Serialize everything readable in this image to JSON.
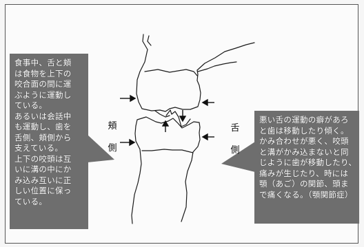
{
  "labels": {
    "buccal_side": "頬\n側",
    "lingual_side": "舌\n側"
  },
  "callouts": {
    "left_text": "食事中、舌と頬\nは食物を上下の\n咬合面の間に運\nぶように運動し\nている。\nあるいは会話中\nも運動し、歯を\n舌側、頬側から\n支えている。\n上下の咬頭は互\nいに溝の中にか\nみ込み互いに正\nしい位置に保っ\nている。",
    "right_text": "悪い舌の運動の癖があろ\nと歯は移動したり傾く。\nかみ合わせが悪く、咬頭\nと溝がかみ込まないと同\nじように歯が移動したり、\n痛みが生じたり、時には\n顎（あご）の関節、頭ま\nで痛くなる。（顎関節症）"
  },
  "colors": {
    "callout_fill": "#6e6e6e",
    "callout_text": "#ffffff",
    "line_art": "#1a1a1a"
  }
}
